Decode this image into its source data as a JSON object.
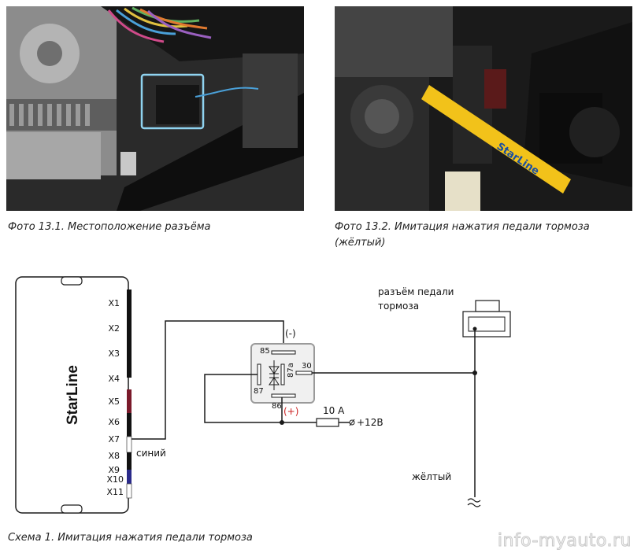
{
  "photos": {
    "photo1": {
      "caption": "Фото 13.1. Местоположение разъёма"
    },
    "photo2": {
      "caption": "Фото 13.2. Имитация нажатия педали тормоза (жёлтый)",
      "tool_text": "StarLine"
    }
  },
  "diagram": {
    "caption": "Схема 1. Имитация нажатия педали тормоза",
    "unit_brand": "StarLine",
    "unit_pins": [
      "X1",
      "X2",
      "X3",
      "X4",
      "X5",
      "X6",
      "X7",
      "X8",
      "X9",
      "X10",
      "X11"
    ],
    "wire_blue_label": "синий",
    "wire_yellow_label": "жёлтый",
    "relay": {
      "pin85": "85",
      "pin86": "86",
      "pin87": "87",
      "pin87a": "87a",
      "pin30": "30",
      "minus": "(-)",
      "plus": "(+)"
    },
    "fuse_label": "10 A",
    "supply_label": "+12В",
    "connector_label_line1": "разъём педали",
    "connector_label_line2": "тормоза"
  },
  "watermark": "info-myauto.ru",
  "colors": {
    "line": "#1a1a1a",
    "relay_box_fill": "#f0f0f0",
    "relay_box_stroke": "#9a9a9a",
    "plus_mark": "#cc2222",
    "tool_yellow": "#f2c21a",
    "highlight_box": "#8fd3f0"
  }
}
